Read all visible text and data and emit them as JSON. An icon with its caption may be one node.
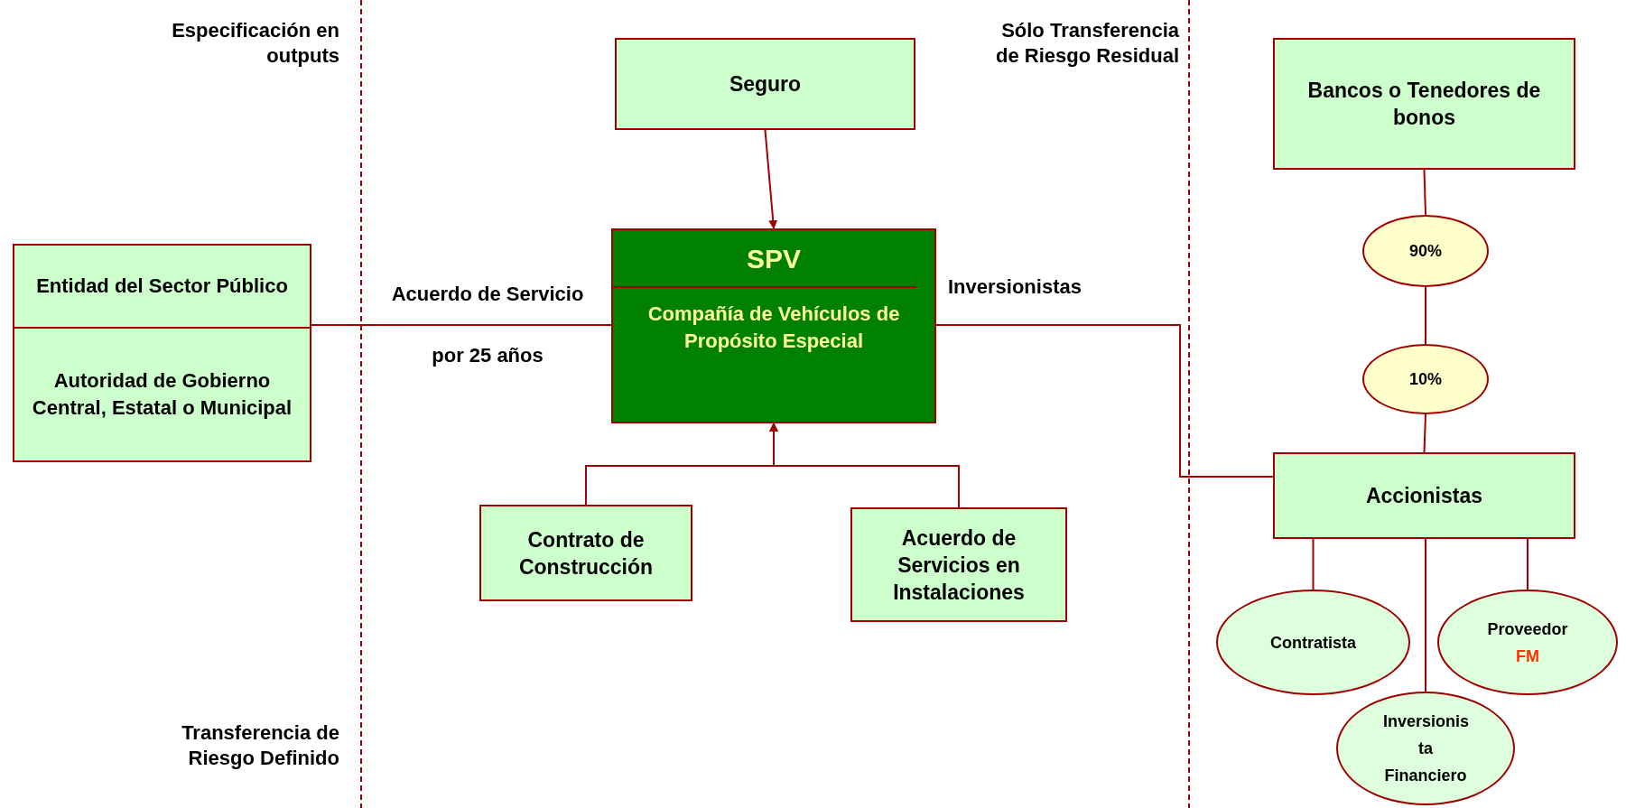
{
  "diagram": {
    "nodes": [
      {
        "text": [
          "Entidad del Sector Público",
          "Autoridad de Gobierno Central, Estatal o Municipal"
        ]
      },
      {
        "text": [
          "Seguro"
        ]
      },
      {
        "text": [
          "SPV",
          "Compañía de Vehículos de Propósito Especial"
        ]
      },
      {
        "text": [
          "Contrato de Construcción"
        ]
      },
      {
        "text": [
          "Acuerdo de Servicios en Instalaciones"
        ]
      },
      {
        "text": [
          "Bancos o Tenedores de bonos"
        ]
      },
      {
        "text": [
          "90%"
        ]
      },
      {
        "text": [
          "10%"
        ]
      },
      {
        "text": [
          "Accionistas"
        ]
      },
      {
        "text": [
          "Contratista"
        ]
      },
      {
        "text": [
          "Inversionis ta Financiero"
        ]
      },
      {
        "text": [
          "Proveedor",
          "FM"
        ]
      }
    ],
    "edges": [
      {
        "from": 1,
        "to": 2,
        "arrow": "to"
      },
      {
        "from": 2,
        "to": 0,
        "arrow": "none"
      },
      {
        "from": 3,
        "to": 2,
        "arrow": "to"
      },
      {
        "from": 4,
        "to": 2,
        "arrow": "to"
      },
      {
        "from": 2,
        "to": 8,
        "arrow": "none"
      },
      {
        "from": 5,
        "to": 6,
        "arrow": "none"
      },
      {
        "from": 6,
        "to": 7,
        "arrow": "none"
      },
      {
        "from": 7,
        "to": 8,
        "arrow": "none"
      },
      {
        "from": 8,
        "to": 9,
        "arrow": "none"
      },
      {
        "from": 8,
        "to": 10,
        "arrow": "none"
      },
      {
        "from": 8,
        "to": 11,
        "arrow": "none"
      }
    ],
    "labels": [
      "Especificación en outputs",
      "Sólo Transferencia de Riesgo Residual",
      "Acuerdo de Servicio",
      "Inversionistas",
      "por 25 años",
      "Transferencia de Riesgo Definido"
    ]
  }
}
